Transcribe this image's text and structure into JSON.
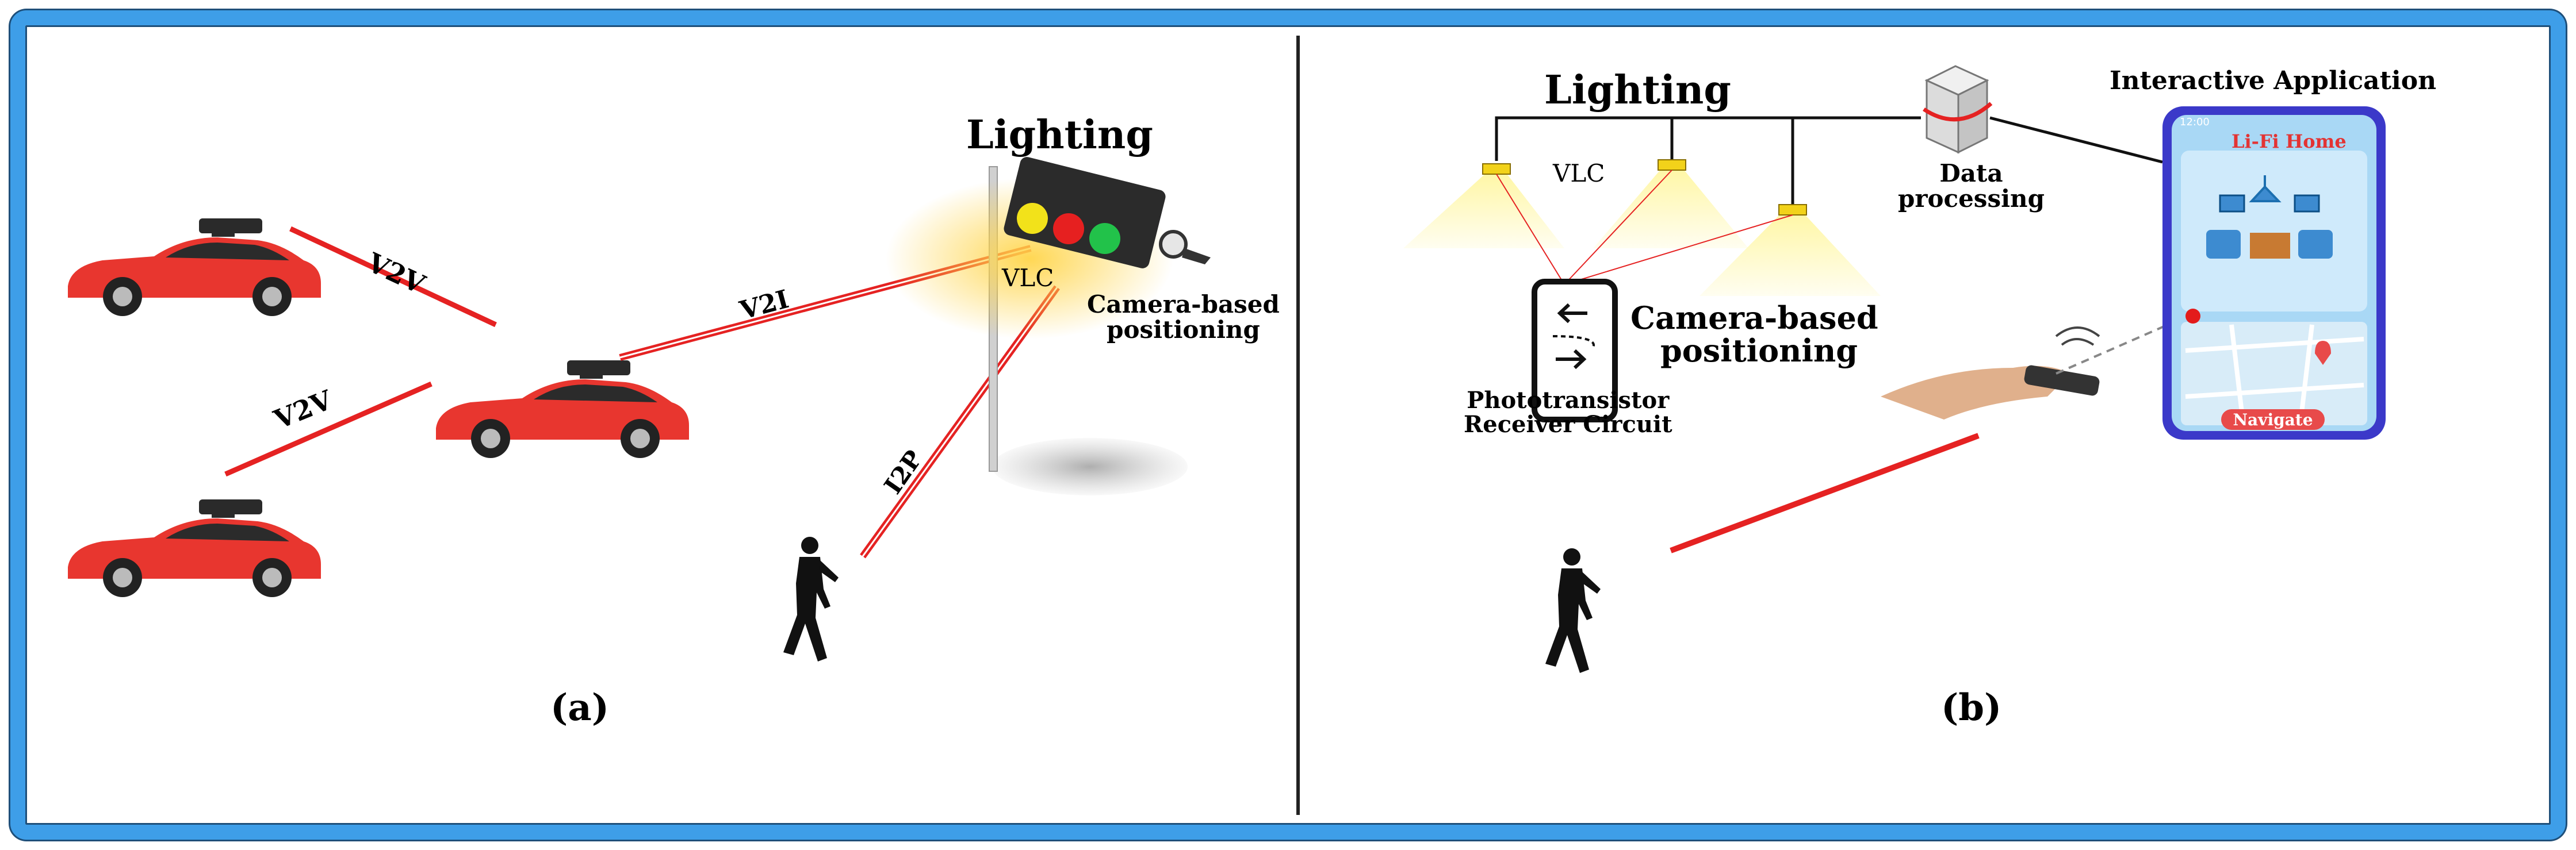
{
  "panel_a": {
    "lighting": "Lighting",
    "v2v_top": "V2V",
    "v2v_bottom": "V2V",
    "v2i": "V2I",
    "vlc": "VLC",
    "camera_line1": "Camera-based",
    "camera_line2": "positioning",
    "i2p": "I2P",
    "caption": "(a)"
  },
  "panel_b": {
    "lighting": "Lighting",
    "vlc": "VLC",
    "data_line1": "Data",
    "data_line2": "processing",
    "interactive_app": "Interactive Application",
    "camera_line1": "Camera-based",
    "camera_line2": "positioning",
    "photo_line1": "Phototransistor",
    "photo_line2": "Receiver Circuit",
    "phone_time": "12:00",
    "phone_title": "Li-Fi Home",
    "navigate": "Navigate",
    "caption": "(b)"
  },
  "colors": {
    "border": "#3e9ee8",
    "car": "#e8362f",
    "link": "#e52222",
    "light_glow": "#fff27a",
    "phone_frame": "#3b39c9",
    "phone_screen": "#a9d8f5",
    "navigate_btn": "#e84a4a"
  }
}
